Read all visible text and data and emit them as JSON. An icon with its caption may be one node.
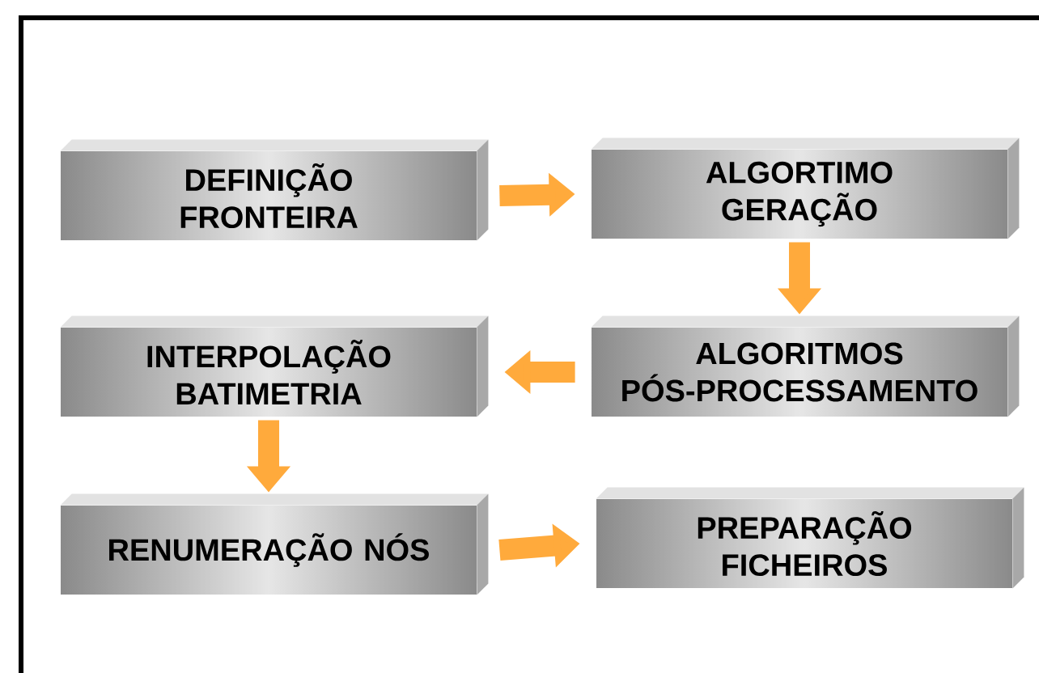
{
  "diagram": {
    "nodes": [
      {
        "text": [
          "DEFINIÇÃO FRONTEIRA"
        ]
      },
      {
        "text": [
          "ALGORTIMO GERAÇÃO"
        ]
      },
      {
        "text": [
          "ALGORITMOS PÓS-PROCESSAMENTO"
        ]
      },
      {
        "text": [
          "INTERPOLAÇÃO BATIMETRIA"
        ]
      },
      {
        "text": [
          "RENUMERAÇÃO NÓS"
        ]
      },
      {
        "text": [
          "PREPARAÇÃO FICHEIROS"
        ]
      }
    ],
    "edges": [
      {
        "from": 0,
        "to": 1,
        "arrow": "to"
      },
      {
        "from": 1,
        "to": 2,
        "arrow": "to"
      },
      {
        "from": 2,
        "to": 3,
        "arrow": "to"
      },
      {
        "from": 3,
        "to": 4,
        "arrow": "to"
      },
      {
        "from": 4,
        "to": 5,
        "arrow": "to"
      }
    ]
  }
}
